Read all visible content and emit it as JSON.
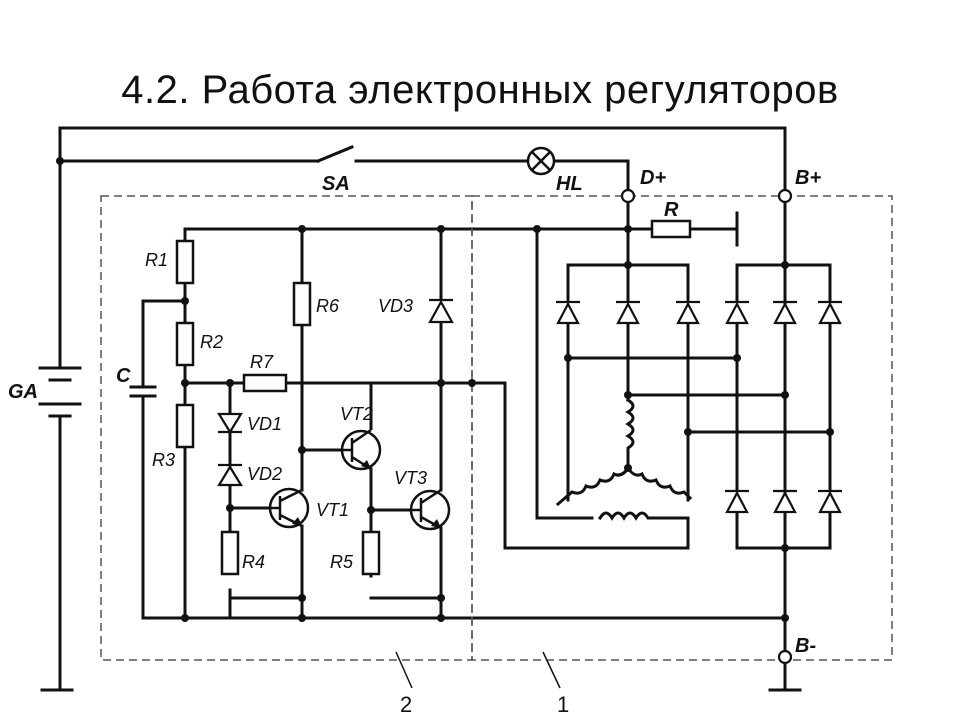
{
  "title": "4.2. Работа электронных регуляторов",
  "labels": {
    "sa": "SA",
    "hl": "HL",
    "d_plus": "D+",
    "b_plus": "B+",
    "b_minus": "B-",
    "r": "R",
    "ga": "GA",
    "c": "C",
    "r1": "R1",
    "r2": "R2",
    "r3": "R3",
    "r4": "R4",
    "r5": "R5",
    "r6": "R6",
    "r7": "R7",
    "vd1": "VD1",
    "vd2": "VD2",
    "vd3": "VD3",
    "vt1": "VT1",
    "vt2": "VT2",
    "vt3": "VT3",
    "callout_2": "2",
    "callout_1": "1"
  }
}
